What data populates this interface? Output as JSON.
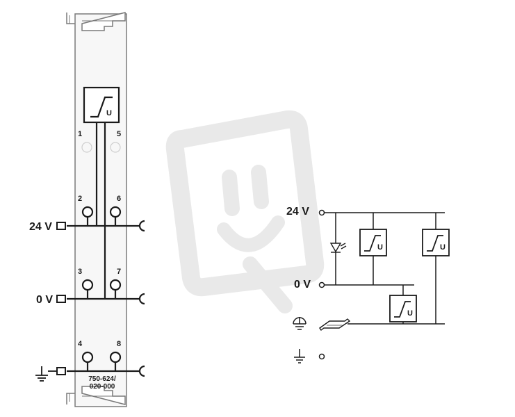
{
  "module": {
    "terminals": {
      "t1": "1",
      "t2": "2",
      "t3": "3",
      "t4": "4",
      "t5": "5",
      "t6": "6",
      "t7": "7",
      "t8": "8"
    },
    "label_24v": "24 V",
    "label_0v": "0 V",
    "part_number_line1": "750-624/",
    "part_number_line2": "020-000",
    "filter_symbol_text": "U"
  },
  "schematic": {
    "label_24v": "24 V",
    "label_0v": "0 V",
    "filter_symbol_text": "U"
  },
  "colors": {
    "line": "#1a1a1a",
    "module_outline": "#7a7a7a",
    "module_fill": "#f7f7f7",
    "watermark": "#e6e6e6"
  },
  "icons": [
    "protective-earth-icon",
    "din-rail-icon",
    "ground-icon",
    "led-diode-icon",
    "voltage-filter-icon"
  ]
}
